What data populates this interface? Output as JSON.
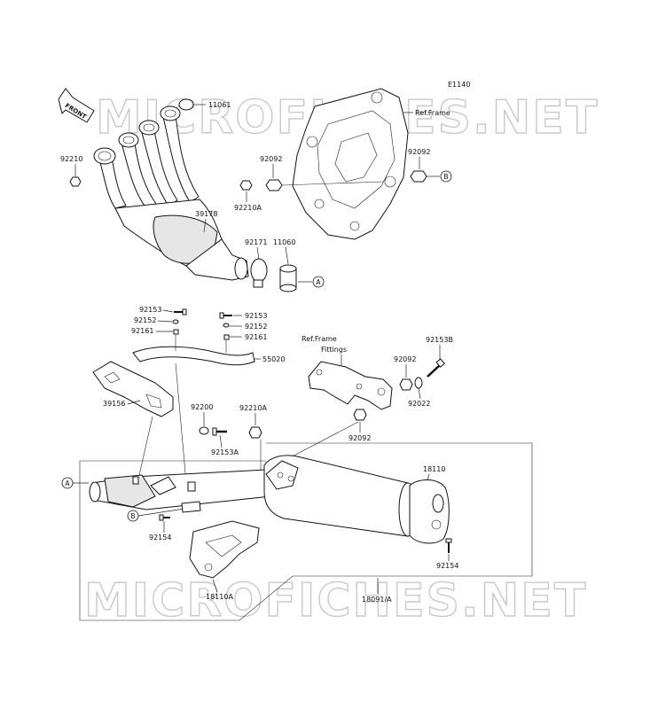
{
  "diagram_code": "E1140",
  "watermark": "MICROFICHES.NET",
  "front_label": "FRONT",
  "ref_frame": "Ref.Frame",
  "ref_frame_fittings_1": "Ref.Frame",
  "ref_frame_fittings_2": "Fittings",
  "callouts": {
    "a": "A",
    "b": "B"
  },
  "parts": {
    "p11061": "11061",
    "p92210": "92210",
    "p92092_top": "92092",
    "p92092_right": "92092",
    "p92210a_top": "92210A",
    "p39178": "39178",
    "p92171": "92171",
    "p11060": "11060",
    "p92153_l": "92153",
    "p92152_l": "92152",
    "p92161_l": "92161",
    "p92153_r": "92153",
    "p92152_r": "92152",
    "p92161_r": "92161",
    "p55020": "55020",
    "p92153b": "92153B",
    "p92092_mid": "92092",
    "p92022": "92022",
    "p39156": "39156",
    "p92200": "92200",
    "p92210a_mid": "92210A",
    "p92153a": "92153A",
    "p92092_low": "92092",
    "p18110": "18110",
    "p92154_l": "92154",
    "p92154_r": "92154",
    "p18110a": "18110A",
    "p18091a": "18091/A"
  }
}
